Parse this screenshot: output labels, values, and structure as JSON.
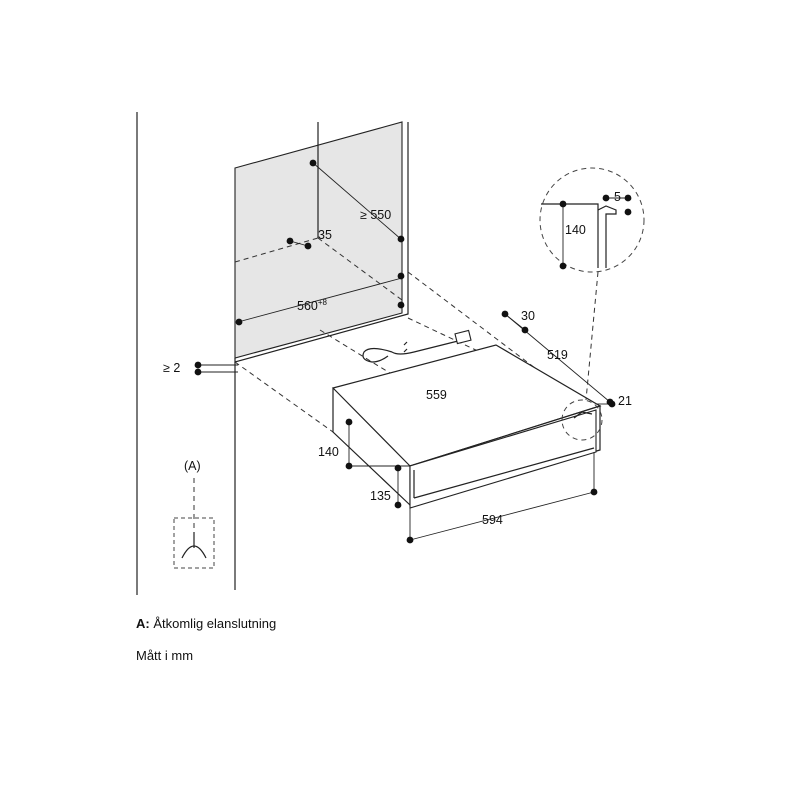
{
  "dimensions": {
    "niche_depth": "≥ 550",
    "niche_offset": "35",
    "niche_width": "560",
    "niche_width_tolerance": "+8",
    "gap": "≥ 2",
    "cable_offset": "30",
    "appliance_depth": "519",
    "top_width": "559",
    "detail_offset": "21",
    "appliance_height": "140",
    "front_height": "135",
    "front_width": "594",
    "detail_width": "5",
    "detail_height": "140"
  },
  "callout_label": "(A)",
  "legend": {
    "a_key": "A:",
    "a_text": "Åtkomlig elanslutning",
    "units_note": "Mått i mm"
  },
  "colors": {
    "niche_fill": "#e6e6e6",
    "line": "#222222"
  }
}
